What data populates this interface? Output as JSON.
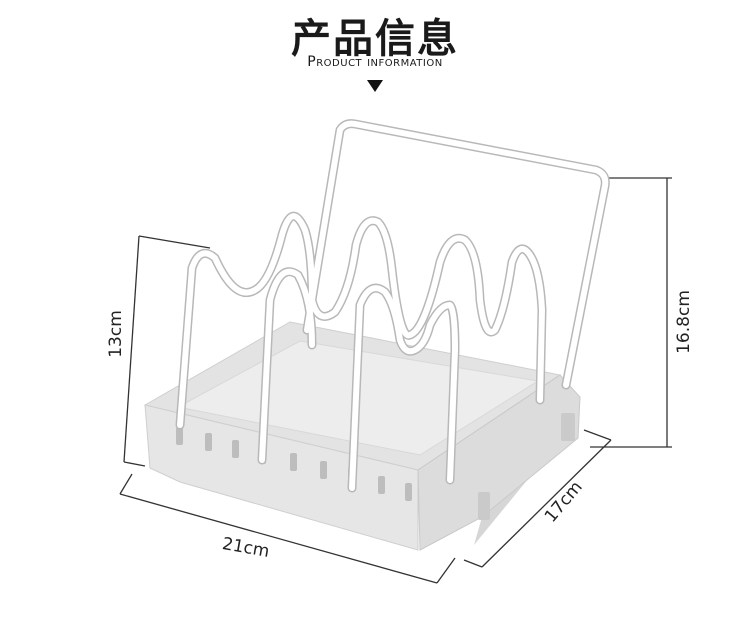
{
  "header": {
    "title": "产品信息",
    "subtitle": "Product information"
  },
  "dimensions": {
    "height_left": "13cm",
    "height_right": "16.8cm",
    "width": "21cm",
    "depth": "17cm"
  },
  "colors": {
    "product_body": "#ececec",
    "product_shadow": "#d3d3d3",
    "wire": "#ffffff",
    "wire_outline": "#b8b8b8",
    "measure_line": "#333333"
  }
}
